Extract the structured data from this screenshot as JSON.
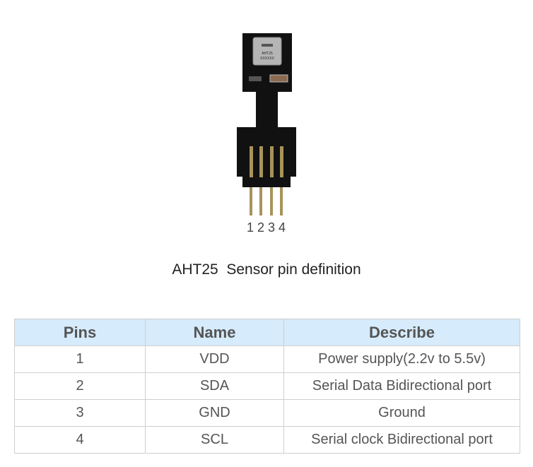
{
  "sensor": {
    "chip_text": [
      "AHT25",
      "XXXXXX"
    ],
    "pin_labels": [
      "1",
      "2",
      "3",
      "4"
    ],
    "colors": {
      "board": "#111111",
      "pads": "#a8935a",
      "chip": "#b5b5b5"
    }
  },
  "caption": "AHT25  Sensor pin definition",
  "table": {
    "headers": [
      "Pins",
      "Name",
      "Describe"
    ],
    "rows": [
      [
        "1",
        "VDD",
        "Power supply(2.2v to 5.5v)"
      ],
      [
        "2",
        "SDA",
        "Serial Data Bidirectional port"
      ],
      [
        "3",
        "GND",
        "Ground"
      ],
      [
        "4",
        "SCL",
        "Serial clock Bidirectional port"
      ]
    ],
    "header_bg": "#d6ebfb"
  }
}
